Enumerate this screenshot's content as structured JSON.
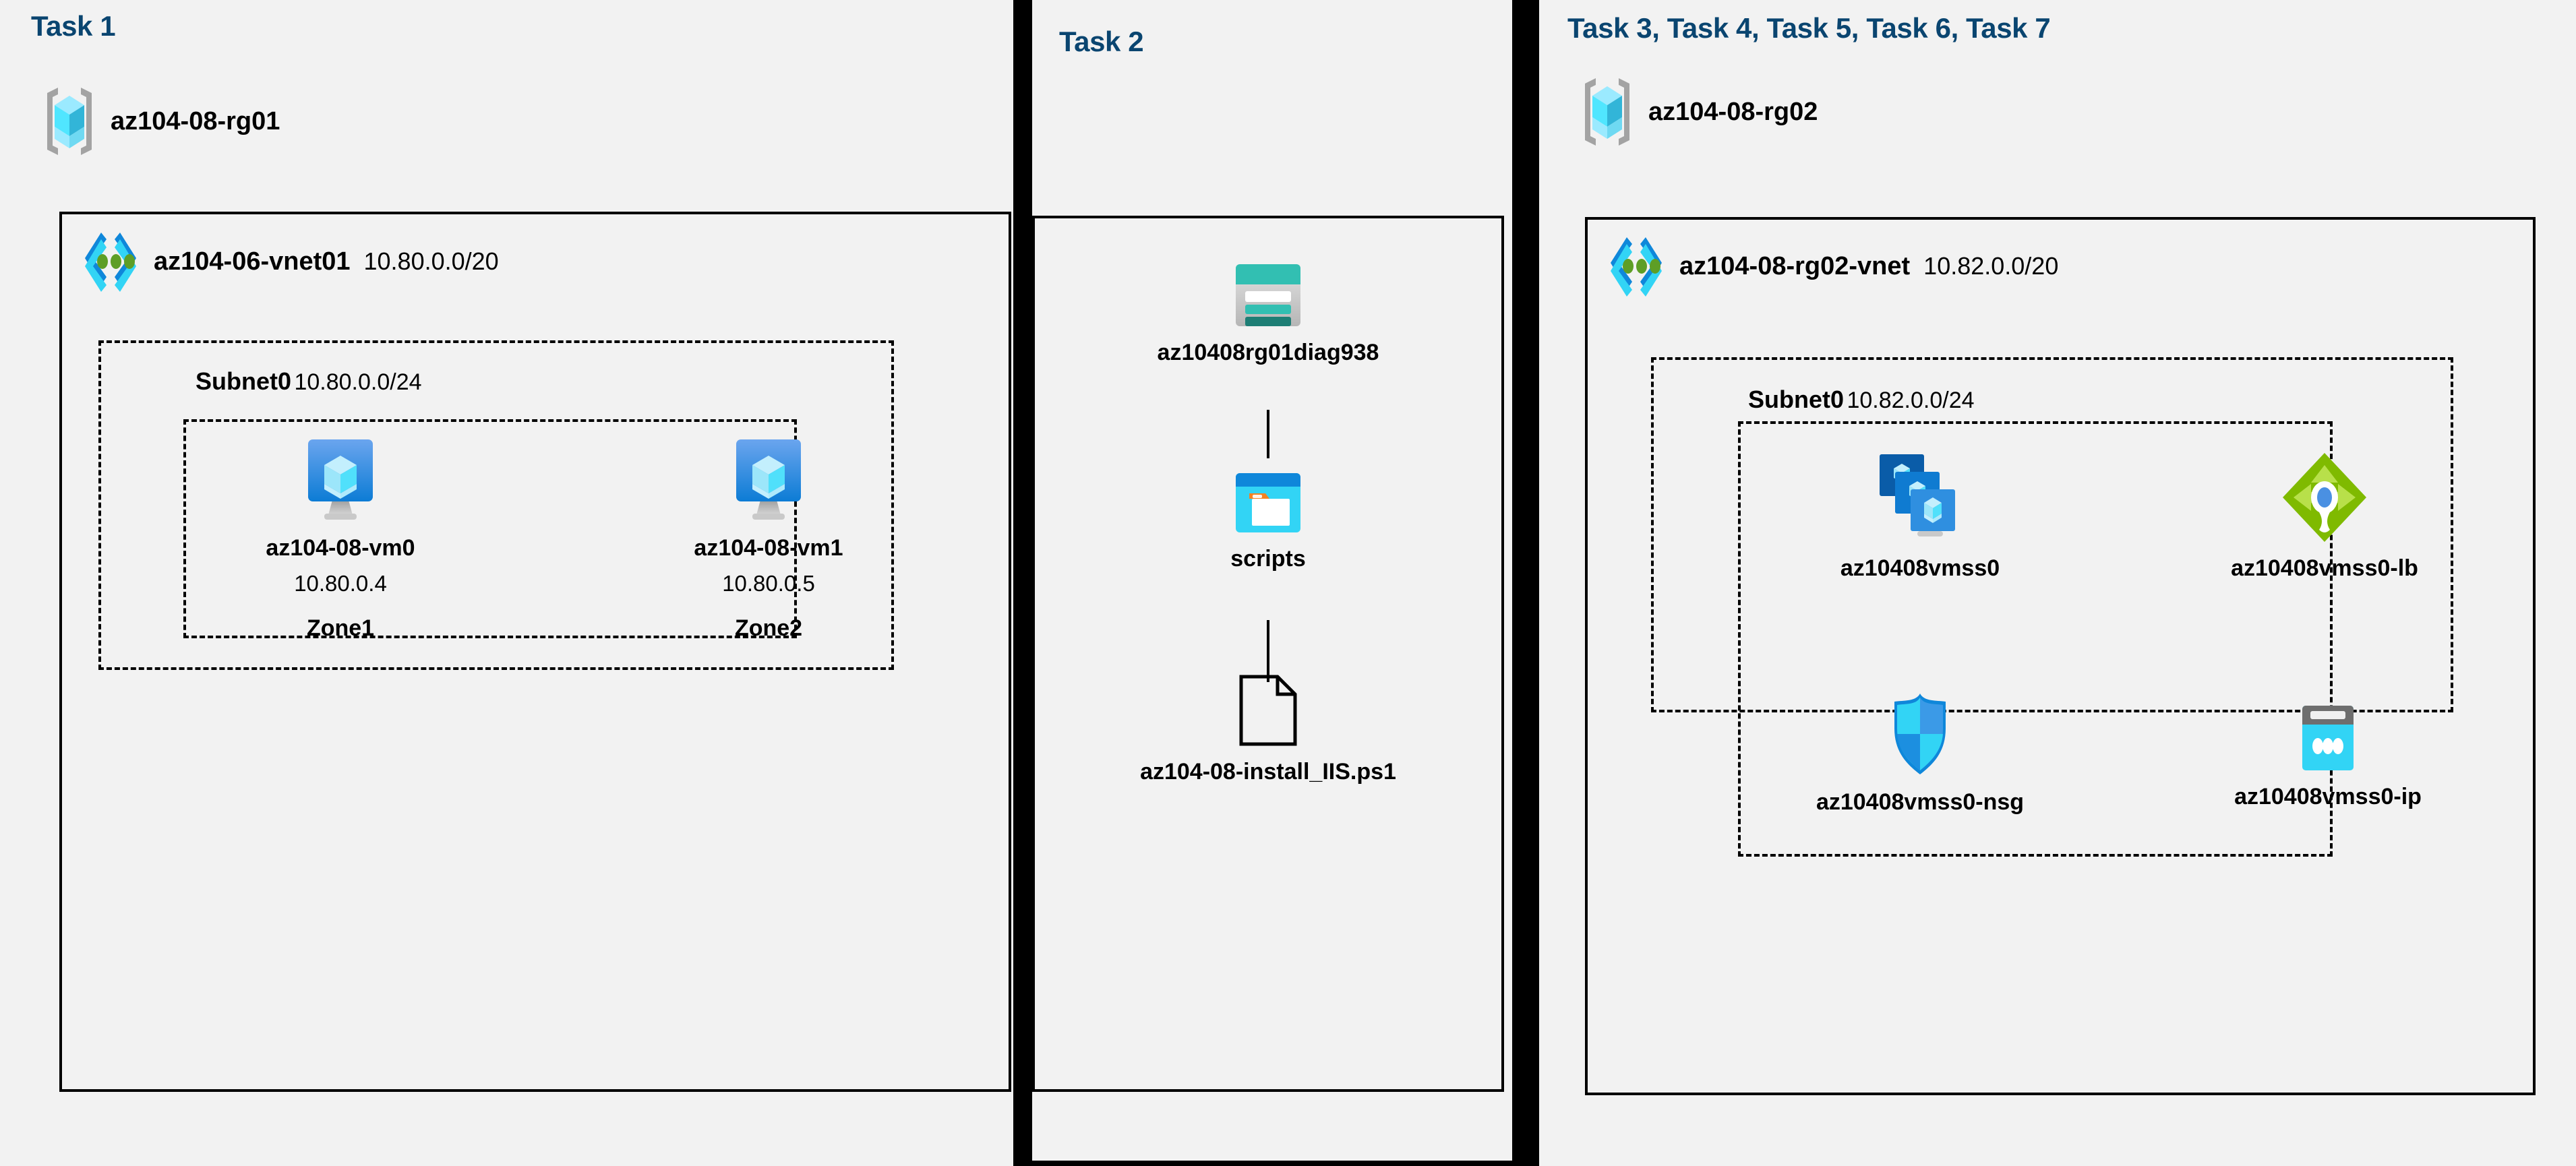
{
  "diagram": {
    "title": "Azure AZ-104 Lab 08 architecture",
    "background_color": "#f2f2f2",
    "accent_title_color": "#0a4570",
    "border_color": "#000000"
  },
  "columns": [
    {
      "id": "task1",
      "title": "Task 1",
      "resource_group": {
        "name": "az104-08-rg01",
        "icon": "resource-group-icon"
      },
      "vnet": {
        "name": "az104-06-vnet01",
        "cidr": "10.80.0.0/20",
        "icon": "virtual-network-icon"
      },
      "subnet": {
        "name": "Subnet0",
        "cidr": "10.80.0.0/24"
      },
      "vms": [
        {
          "name": "az104-08-vm0",
          "ip": "10.80.0.4",
          "zone": "Zone1",
          "icon": "virtual-machine-icon"
        },
        {
          "name": "az104-08-vm1",
          "ip": "10.80.0.5",
          "zone": "Zone2",
          "icon": "virtual-machine-icon"
        }
      ]
    },
    {
      "id": "task2",
      "title": "Task 2",
      "nodes": [
        {
          "name": "az10408rg01diag938",
          "icon": "storage-account-icon"
        },
        {
          "name": "scripts",
          "icon": "blob-container-icon"
        },
        {
          "name": "az104-08-install_IIS.ps1",
          "icon": "file-icon"
        }
      ]
    },
    {
      "id": "task357",
      "title": "Task 3, Task 4, Task 5, Task 6, Task 7",
      "resource_group": {
        "name": "az104-08-rg02",
        "icon": "resource-group-icon"
      },
      "vnet": {
        "name": "az104-08-rg02-vnet",
        "cidr": "10.82.0.0/20",
        "icon": "virtual-network-icon"
      },
      "subnet": {
        "name": "Subnet0",
        "cidr": "10.82.0.0/24"
      },
      "resources": [
        {
          "name": "az10408vmss0",
          "icon": "vm-scale-set-icon"
        },
        {
          "name": "az10408vmss0-lb",
          "icon": "load-balancer-icon"
        },
        {
          "name": "az10408vmss0-nsg",
          "icon": "network-security-group-icon"
        },
        {
          "name": "az10408vmss0-ip",
          "icon": "public-ip-address-icon"
        }
      ]
    }
  ],
  "palette": {
    "azure_blue": "#0078D4",
    "azure_light_blue": "#50E6FF",
    "azure_cyan": "#32BFB2",
    "teal_dark": "#1E7E75",
    "green_lb": "#7FBA00",
    "green_dot": "#5E9E26",
    "gray": "#A0A0A0"
  }
}
